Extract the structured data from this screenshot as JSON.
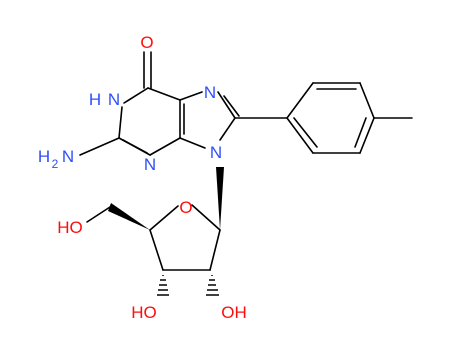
{
  "molecule": {
    "colors": {
      "bond": "#000000",
      "nitrogen": "#3050f8",
      "oxygen": "#ff0d0d"
    },
    "atoms": {
      "carbonyl_o": "O",
      "n_imidazole": "N",
      "n_glycosidic": "N",
      "n_pyrimidine_bottom": "N",
      "nh_ring_h": "H",
      "nh_ring_n": "N",
      "amine_h": "H",
      "amine_sub": "2",
      "amine_n": "N",
      "ring_o": "O",
      "ho_ch2": "HO",
      "ho_c3": "HO",
      "oh_c2": "OH"
    }
  }
}
